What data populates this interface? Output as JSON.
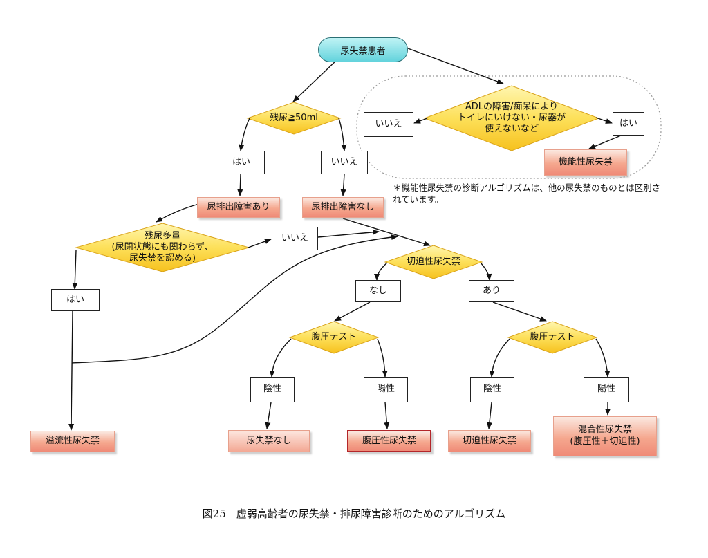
{
  "start": "尿失禁患者",
  "left_branch": {
    "decision_residual": "残尿≧50ml",
    "yes": "はい",
    "no": "いいえ",
    "result_obstruction_yes": "尿排出障害あり",
    "result_obstruction_no": "尿排出障害なし",
    "decision_large_residual": "残尿多量\n(尿閉状態にも関わらず、\n尿失禁を認める)",
    "large_no": "いいえ",
    "large_yes": "はい",
    "overflow": "溢流性尿失禁"
  },
  "functional": {
    "decision": "ADLの障害/痴呆により\nトイレにいけない・尿器が\n使えないなど",
    "no": "いいえ",
    "yes": "はい",
    "result": "機能性尿失禁",
    "note": "＊機能性尿失禁の診断アルゴリズムは、他の尿失禁のものとは区別されています。"
  },
  "urge": {
    "decision": "切迫性尿失禁",
    "none": "なし",
    "present": "あり"
  },
  "stress_test_left": {
    "decision": "腹圧テスト",
    "negative": "陰性",
    "positive": "陽性",
    "result_negative": "尿失禁なし",
    "result_positive": "腹圧性尿失禁"
  },
  "stress_test_right": {
    "decision": "腹圧テスト",
    "negative": "陰性",
    "positive": "陽性",
    "result_negative": "切迫性尿失禁",
    "result_positive": "混合性尿失禁\n(腹圧性＋切迫性)"
  },
  "caption": "図25　虚弱高齢者の尿失禁・排尿障害診断のためのアルゴリズム"
}
